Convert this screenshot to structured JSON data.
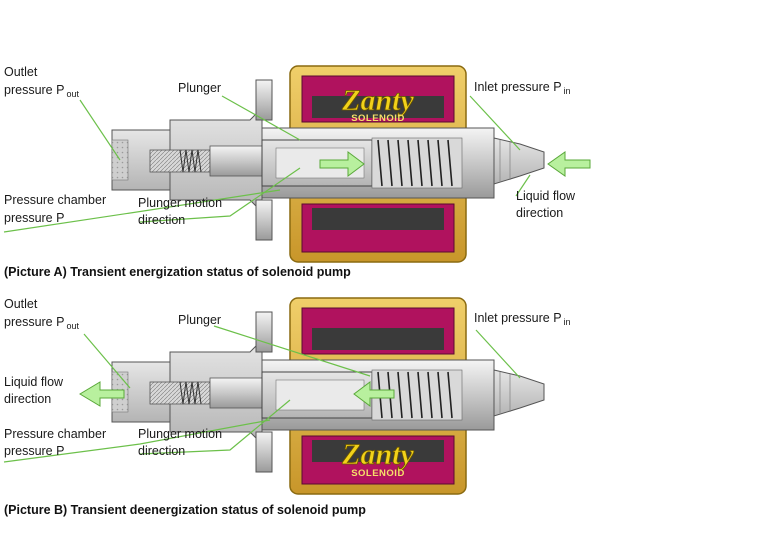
{
  "panels": [
    {
      "id": "a",
      "caption": "(Picture A) Transient energization status of solenoid pump",
      "labels": {
        "outlet": "Outlet",
        "outlet_pressure": "pressure P",
        "outlet_sub": "out",
        "plunger": "Plunger",
        "inlet_pressure": "Inlet pressure P",
        "inlet_sub": "in",
        "chamber": "Pressure chamber",
        "chamber_pressure": "pressure P",
        "motion": "Plunger motion",
        "motion_dir": "direction",
        "flow": "Liquid flow",
        "flow_dir": "direction"
      },
      "brand": "Zanty",
      "brand_sub": "SOLENOID"
    },
    {
      "id": "b",
      "caption": "(Picture B) Transient deenergization status of solenoid pump",
      "labels": {
        "outlet": "Outlet",
        "outlet_pressure": "pressure P",
        "outlet_sub": "out",
        "plunger": "Plunger",
        "inlet_pressure": "Inlet pressure P",
        "inlet_sub": "in",
        "chamber": "Pressure chamber",
        "chamber_pressure": "pressure P",
        "motion": "Plunger motion",
        "motion_dir": "direction",
        "flow": "Liquid flow",
        "flow_dir": "direction"
      },
      "brand": "Zanty",
      "brand_sub": "SOLENOID"
    }
  ],
  "colors": {
    "coil_frame": "#e0b64a",
    "coil_winding": "#b0125e",
    "coil_core": "#3a3a3a",
    "body_metal": "#d2d2d2",
    "flow_arrow": "#b8f09e",
    "leader_line": "#6cc04a"
  }
}
